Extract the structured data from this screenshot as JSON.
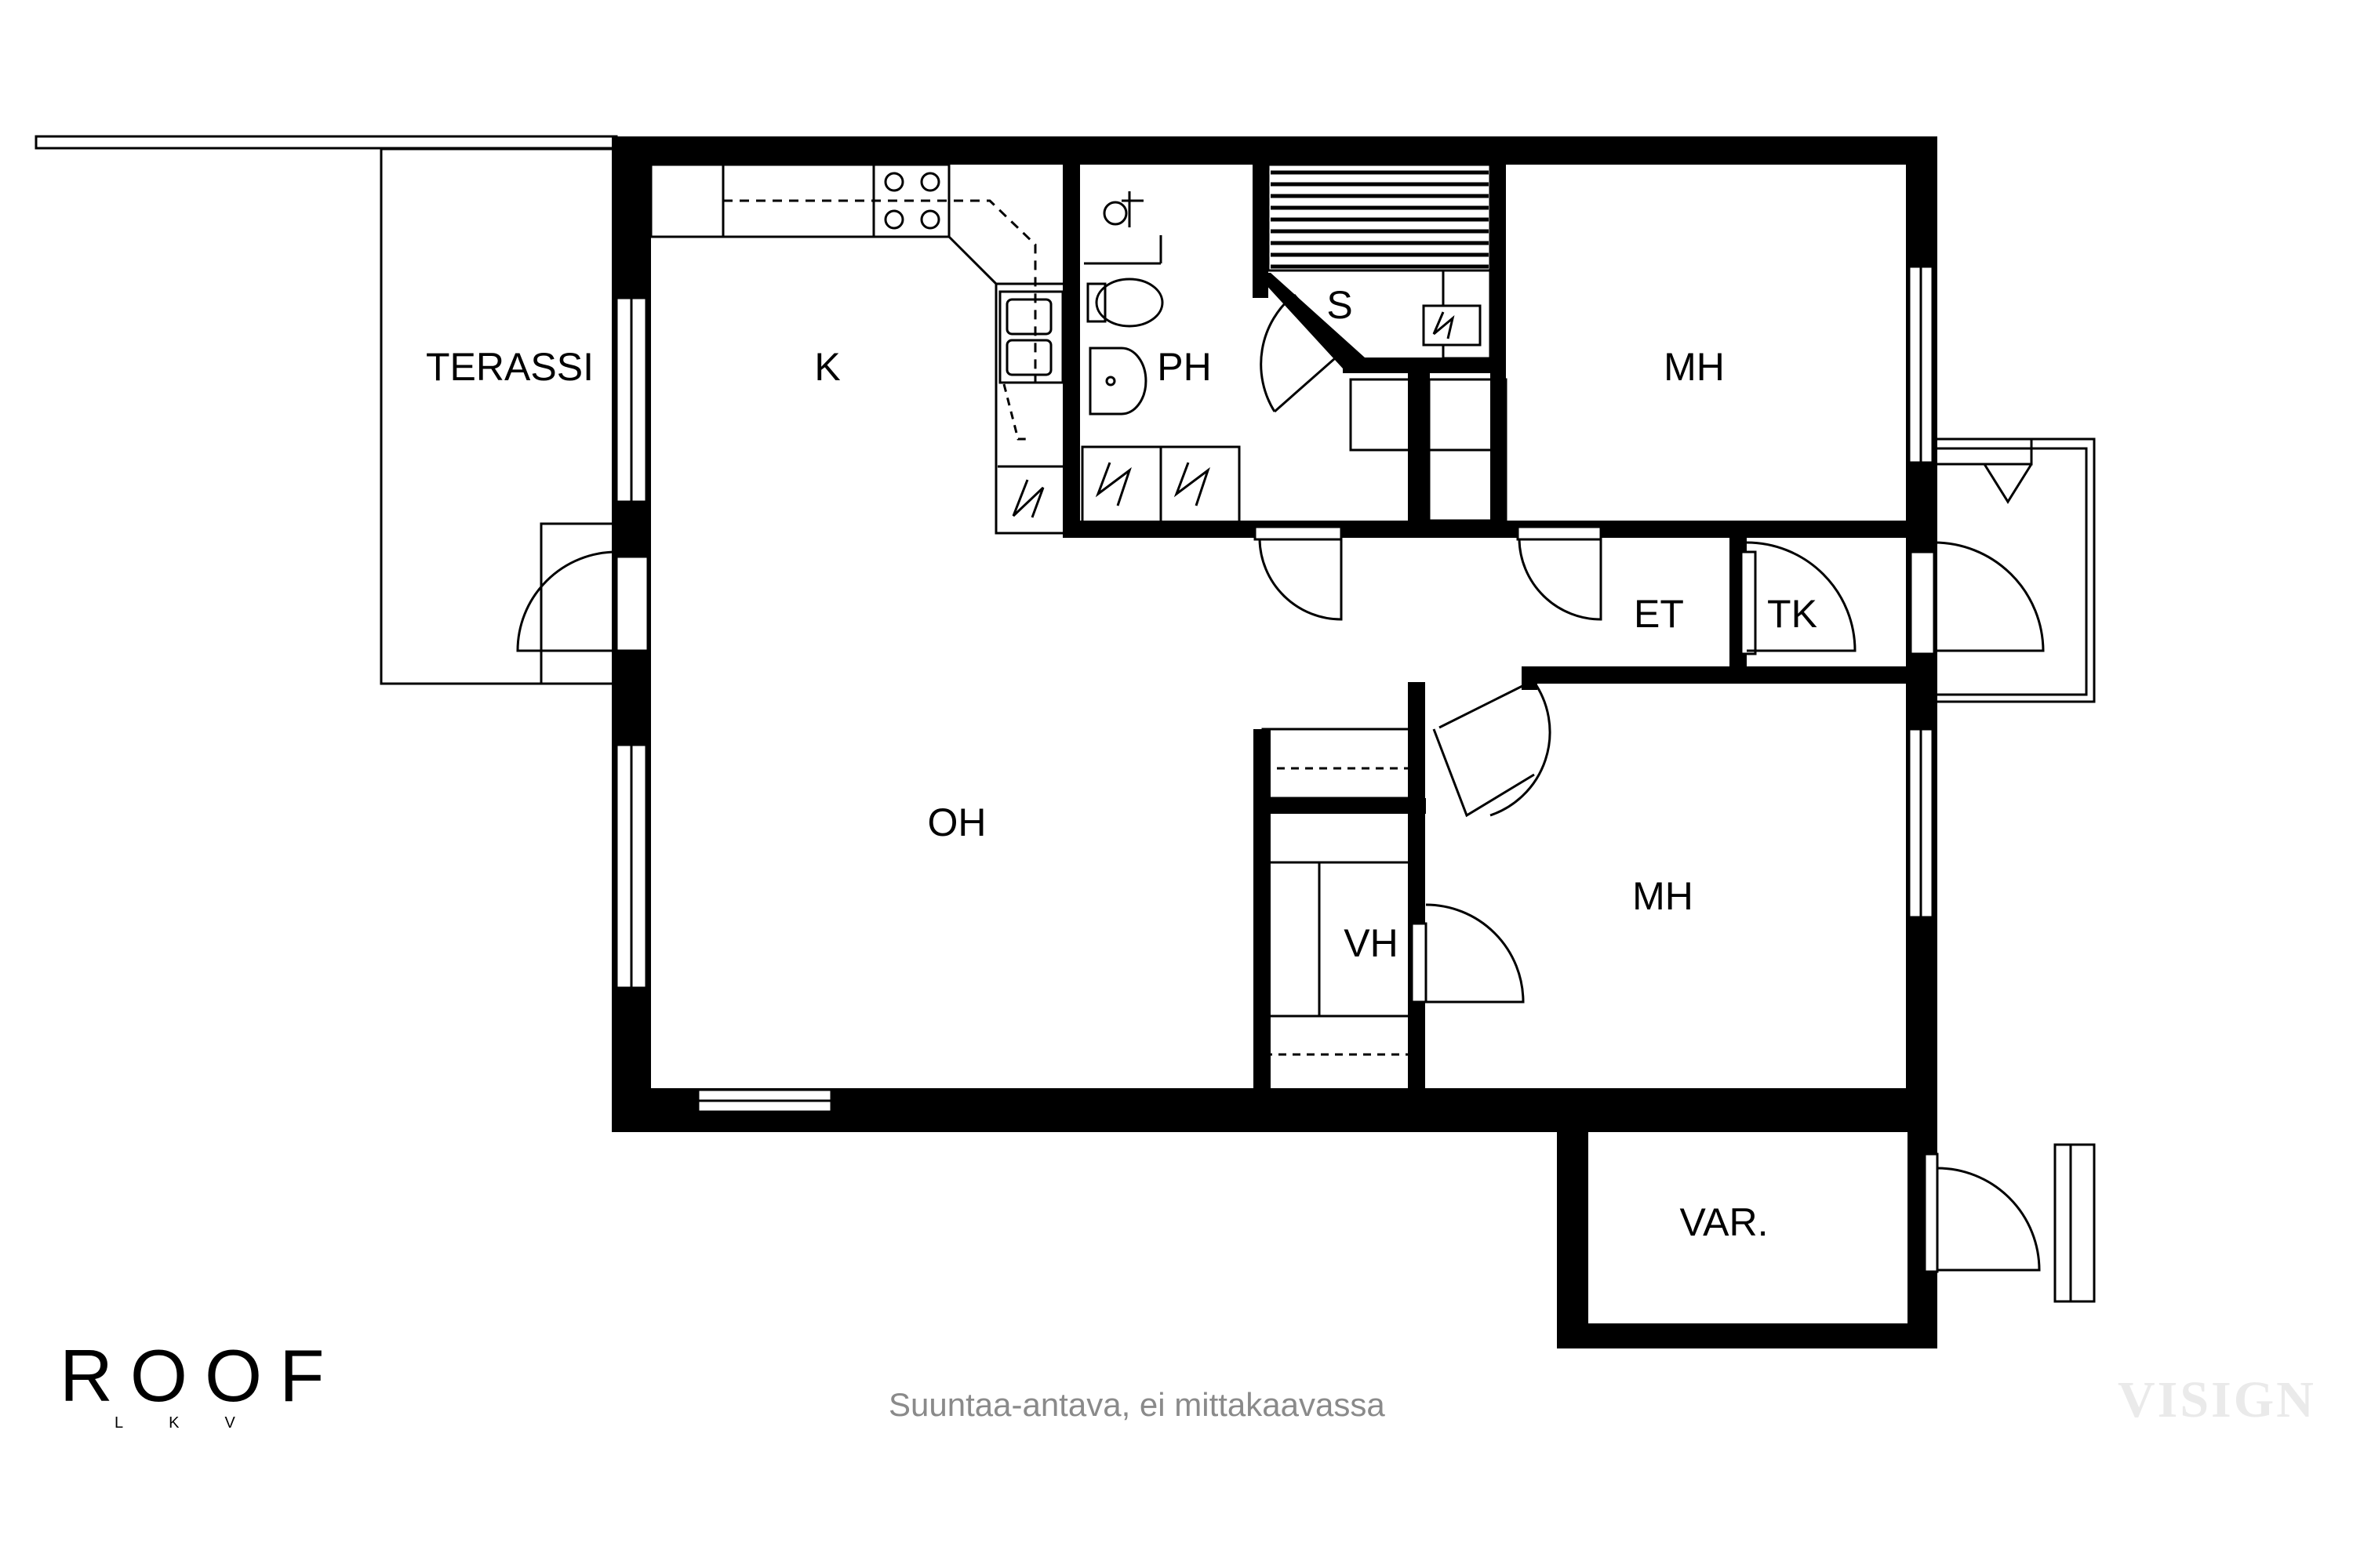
{
  "rooms": {
    "terassi": "TERASSI",
    "kitchen": "K",
    "bathroom": "PH",
    "sauna": "S",
    "bedroom_1": "MH",
    "bedroom_2": "MH",
    "living_room": "OH",
    "hallway": "ET",
    "closet": "TK",
    "walk_in_closet": "VH",
    "storage": "VAR."
  },
  "caption": "Suuntaa-antava, ei mittakaavassa",
  "logo": {
    "main": "ROOF",
    "sub": "LKV"
  },
  "watermark": "VISIGN"
}
